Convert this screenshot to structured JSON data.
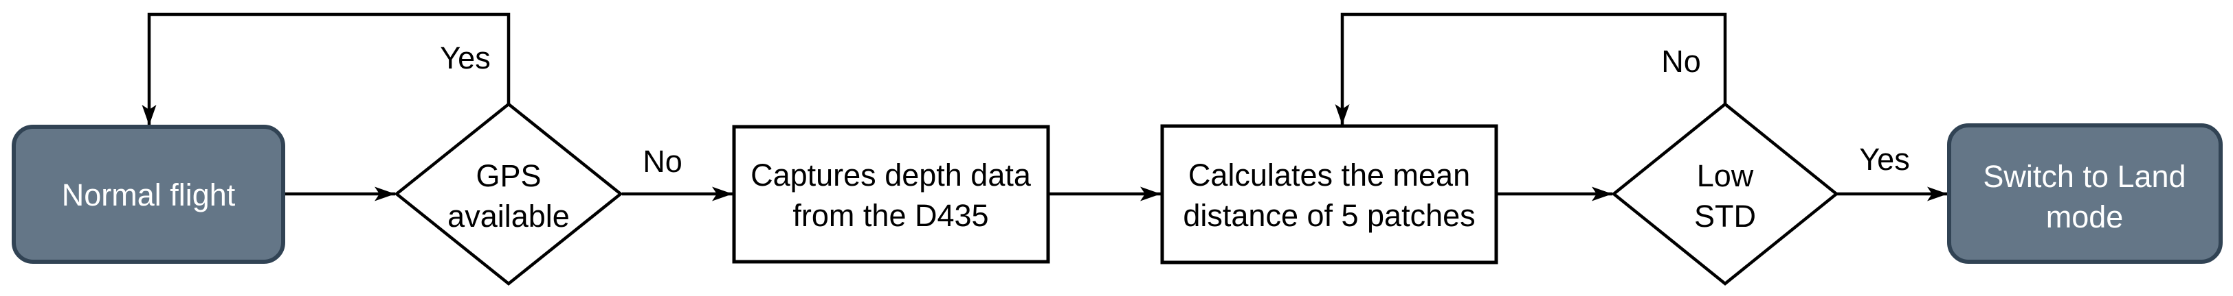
{
  "diagram": {
    "type": "flowchart",
    "background": "#ffffff",
    "colors": {
      "terminal_fill": "#647687",
      "terminal_stroke": "#314354",
      "terminal_text": "#ffffff",
      "process_fill": "#ffffff",
      "process_stroke": "#000000",
      "process_text": "#000000",
      "connector": "#000000",
      "label_text": "#000000"
    },
    "nodes": [
      {
        "id": "normal-flight",
        "shape": "rounded-terminal",
        "lines": [
          "Normal flight"
        ]
      },
      {
        "id": "gps-available",
        "shape": "decision-diamond",
        "lines": [
          "GPS",
          "available"
        ]
      },
      {
        "id": "captures-depth",
        "shape": "process",
        "lines": [
          "Captures depth data",
          "from the D435"
        ]
      },
      {
        "id": "calculates-mean",
        "shape": "process",
        "lines": [
          "Calculates the mean",
          "distance of 5 patches"
        ]
      },
      {
        "id": "low-std",
        "shape": "decision-diamond",
        "lines": [
          "Low",
          "STD"
        ]
      },
      {
        "id": "switch-land",
        "shape": "rounded-terminal",
        "lines": [
          "Switch to Land",
          "mode"
        ]
      }
    ],
    "edges": [
      {
        "id": "normal-to-gps",
        "from": "normal-flight",
        "to": "gps-available",
        "label": ""
      },
      {
        "id": "gps-no-to-captures",
        "from": "gps-available",
        "to": "captures-depth",
        "label": "No"
      },
      {
        "id": "captures-to-calculates",
        "from": "captures-depth",
        "to": "calculates-mean",
        "label": ""
      },
      {
        "id": "calculates-to-lowstd",
        "from": "calculates-mean",
        "to": "low-std",
        "label": ""
      },
      {
        "id": "lowstd-yes-to-switch",
        "from": "low-std",
        "to": "switch-land",
        "label": "Yes"
      },
      {
        "id": "gps-yes-loop",
        "from": "gps-available",
        "to": "normal-flight",
        "label": "Yes"
      },
      {
        "id": "lowstd-no-loop",
        "from": "low-std",
        "to": "calculates-mean",
        "label": "No"
      }
    ]
  }
}
